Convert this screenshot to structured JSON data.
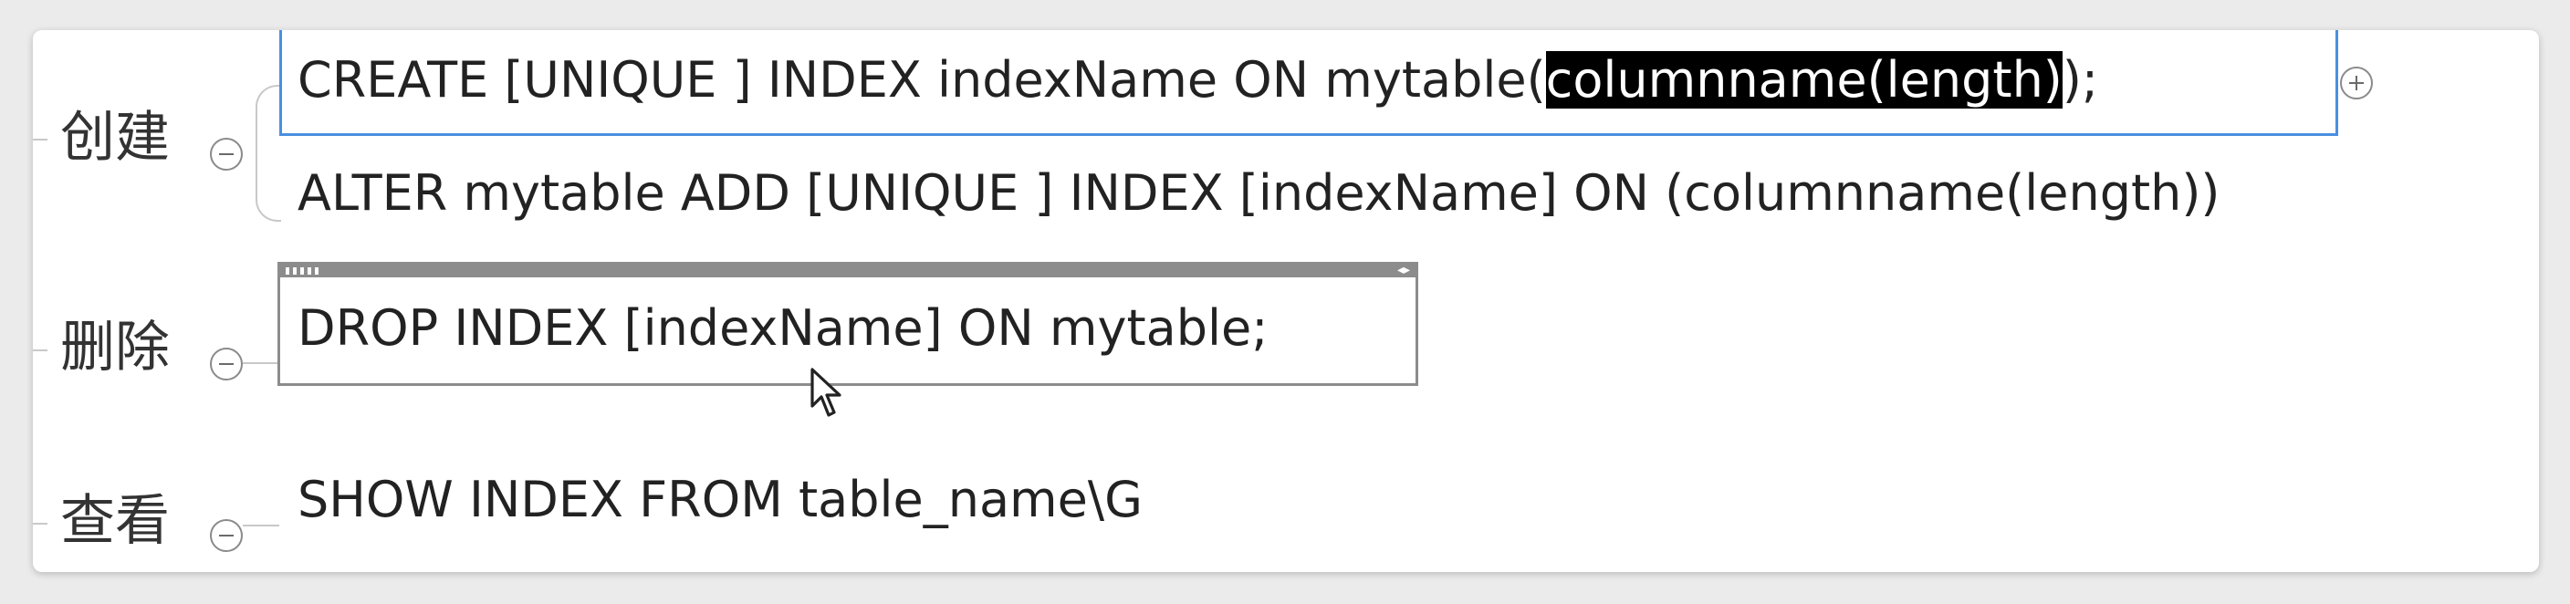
{
  "mindmap": {
    "branches": [
      {
        "label": "创建",
        "nodes": [
          {
            "before": "CREATE  [UNIQUE ] INDEX indexName ON mytable(",
            "highlight": "columnname(length)",
            "after": ");"
          },
          {
            "text": "ALTER mytable ADD  [UNIQUE ]  INDEX [indexName] ON (columnname(length))"
          }
        ]
      },
      {
        "label": "删除",
        "nodes": [
          {
            "text": "DROP INDEX [indexName] ON mytable;"
          }
        ]
      },
      {
        "label": "查看",
        "nodes": [
          {
            "text": "SHOW INDEX FROM table_name\\G"
          }
        ]
      }
    ]
  },
  "colors": {
    "selection_border": "#4a8fe0",
    "edit_box_border": "#8c8c8c",
    "text_highlight": "#000000"
  },
  "icons": [
    "collapse-icon",
    "expand-icon",
    "mouse-cursor-icon"
  ]
}
